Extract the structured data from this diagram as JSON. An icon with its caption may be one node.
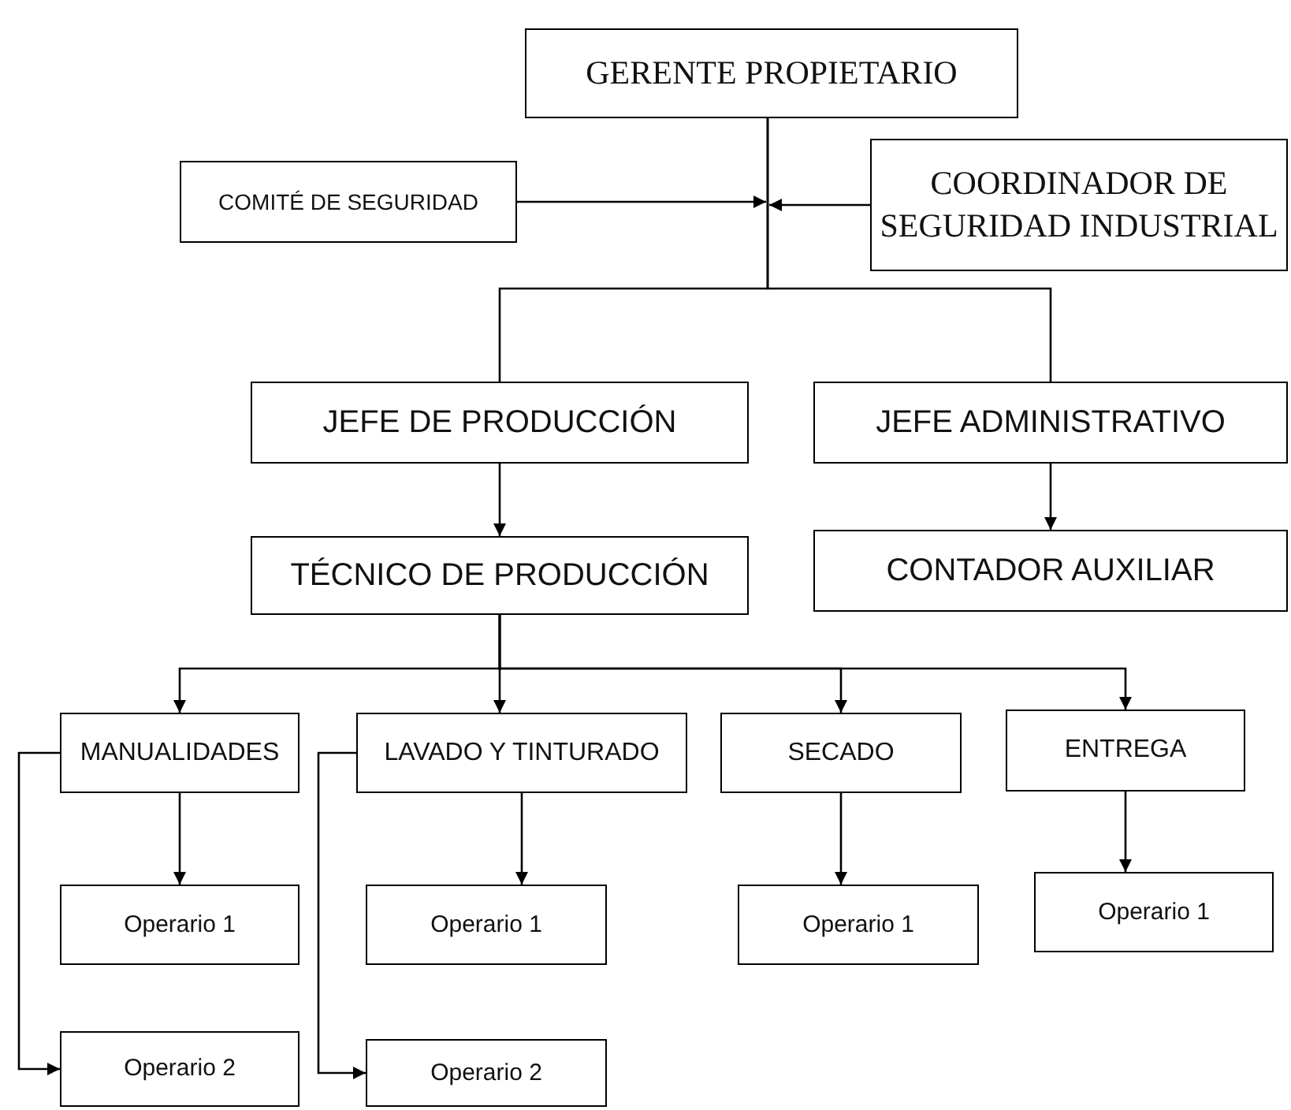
{
  "diagram": {
    "nodes": [
      {
        "text": [
          "GERENTE PROPIETARIO"
        ]
      },
      {
        "text": [
          "COMITÉ  DE SEGURIDAD"
        ]
      },
      {
        "text": [
          "COORDINADOR DE SEGURIDAD INDUSTRIAL"
        ]
      },
      {
        "text": [
          "JEFE DE PRODUCCIÓN"
        ]
      },
      {
        "text": [
          "JEFE ADMINISTRATIVO"
        ]
      },
      {
        "text": [
          "TÉCNICO DE PRODUCCIÓN"
        ]
      },
      {
        "text": [
          "CONTADOR AUXILIAR"
        ]
      },
      {
        "text": [
          "MANUALIDADES"
        ]
      },
      {
        "text": [
          "LAVADO Y TINTURADO"
        ]
      },
      {
        "text": [
          "SECADO"
        ]
      },
      {
        "text": [
          "ENTREGA"
        ]
      },
      {
        "text": [
          "Operario 1"
        ]
      },
      {
        "text": [
          "Operario 2"
        ]
      },
      {
        "text": [
          "Operario 1"
        ]
      },
      {
        "text": [
          "Operario 2"
        ]
      },
      {
        "text": [
          "Operario 1"
        ]
      },
      {
        "text": [
          "Operario 1"
        ]
      }
    ],
    "edges": [
      {
        "from": 0,
        "to": 3,
        "arrow": "none"
      },
      {
        "from": 0,
        "to": 4,
        "arrow": "none"
      },
      {
        "from": 1,
        "to": null,
        "arrow": "to"
      },
      {
        "from": 2,
        "to": null,
        "arrow": "to"
      },
      {
        "from": 3,
        "to": 5,
        "arrow": "to"
      },
      {
        "from": 4,
        "to": 6,
        "arrow": "to"
      },
      {
        "from": 5,
        "to": 7,
        "arrow": "to"
      },
      {
        "from": 5,
        "to": 8,
        "arrow": "to"
      },
      {
        "from": 5,
        "to": 9,
        "arrow": "to"
      },
      {
        "from": 5,
        "to": 10,
        "arrow": "to"
      },
      {
        "from": 7,
        "to": 11,
        "arrow": "to"
      },
      {
        "from": 7,
        "to": 12,
        "arrow": "to"
      },
      {
        "from": 8,
        "to": 13,
        "arrow": "to"
      },
      {
        "from": 8,
        "to": 14,
        "arrow": "to"
      },
      {
        "from": 9,
        "to": 15,
        "arrow": "to"
      },
      {
        "from": 10,
        "to": 16,
        "arrow": "to"
      }
    ]
  }
}
